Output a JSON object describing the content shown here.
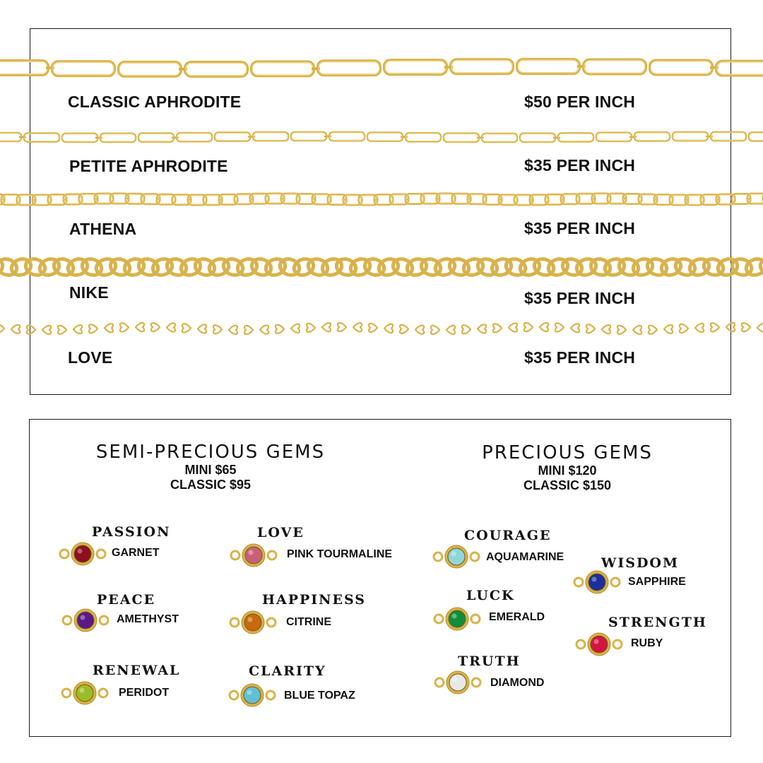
{
  "chains": [
    {
      "name": "CLASSIC APHRODITE",
      "price": "$50 PER INCH"
    },
    {
      "name": "PETITE APHRODITE",
      "price": "$35 PER INCH"
    },
    {
      "name": "ATHENA",
      "price": "$35 PER INCH"
    },
    {
      "name": "NIKE",
      "price": "$35 PER INCH"
    },
    {
      "name": "LOVE",
      "price": "$35 PER INCH"
    }
  ],
  "semi_precious": {
    "title": "SEMI-PRECIOUS GEMS",
    "mini": "MINI $65",
    "classic": "CLASSIC $95"
  },
  "precious": {
    "title": "PRECIOUS GEMS",
    "mini": "MINI $120",
    "classic": "CLASSIC $150"
  },
  "gems": [
    {
      "virtue": "PASSION",
      "stone": "GARNET",
      "color": "#8e0f1e"
    },
    {
      "virtue": "LOVE",
      "stone": "PINK TOURMALINE",
      "color": "#c9607a"
    },
    {
      "virtue": "PEACE",
      "stone": "AMETHYST",
      "color": "#5a1a86"
    },
    {
      "virtue": "HAPPINESS",
      "stone": "CITRINE",
      "color": "#c8690f"
    },
    {
      "virtue": "RENEWAL",
      "stone": "PERIDOT",
      "color": "#9bbd2a"
    },
    {
      "virtue": "CLARITY",
      "stone": "BLUE TOPAZ",
      "color": "#5fc0d6"
    },
    {
      "virtue": "COURAGE",
      "stone": "AQUAMARINE",
      "color": "#8fd6da"
    },
    {
      "virtue": "LUCK",
      "stone": "EMERALD",
      "color": "#0f8f3a"
    },
    {
      "virtue": "TRUTH",
      "stone": "DIAMOND",
      "color": "#e8e8e8"
    },
    {
      "virtue": "WISDOM",
      "stone": "SAPPHIRE",
      "color": "#1b2f9a"
    },
    {
      "virtue": "STRENGTH",
      "stone": "RUBY",
      "color": "#d0163f"
    }
  ],
  "colors": {
    "gold": "#d9b24a",
    "gold_light": "#f0d98a",
    "border": "#1a1a1a"
  }
}
